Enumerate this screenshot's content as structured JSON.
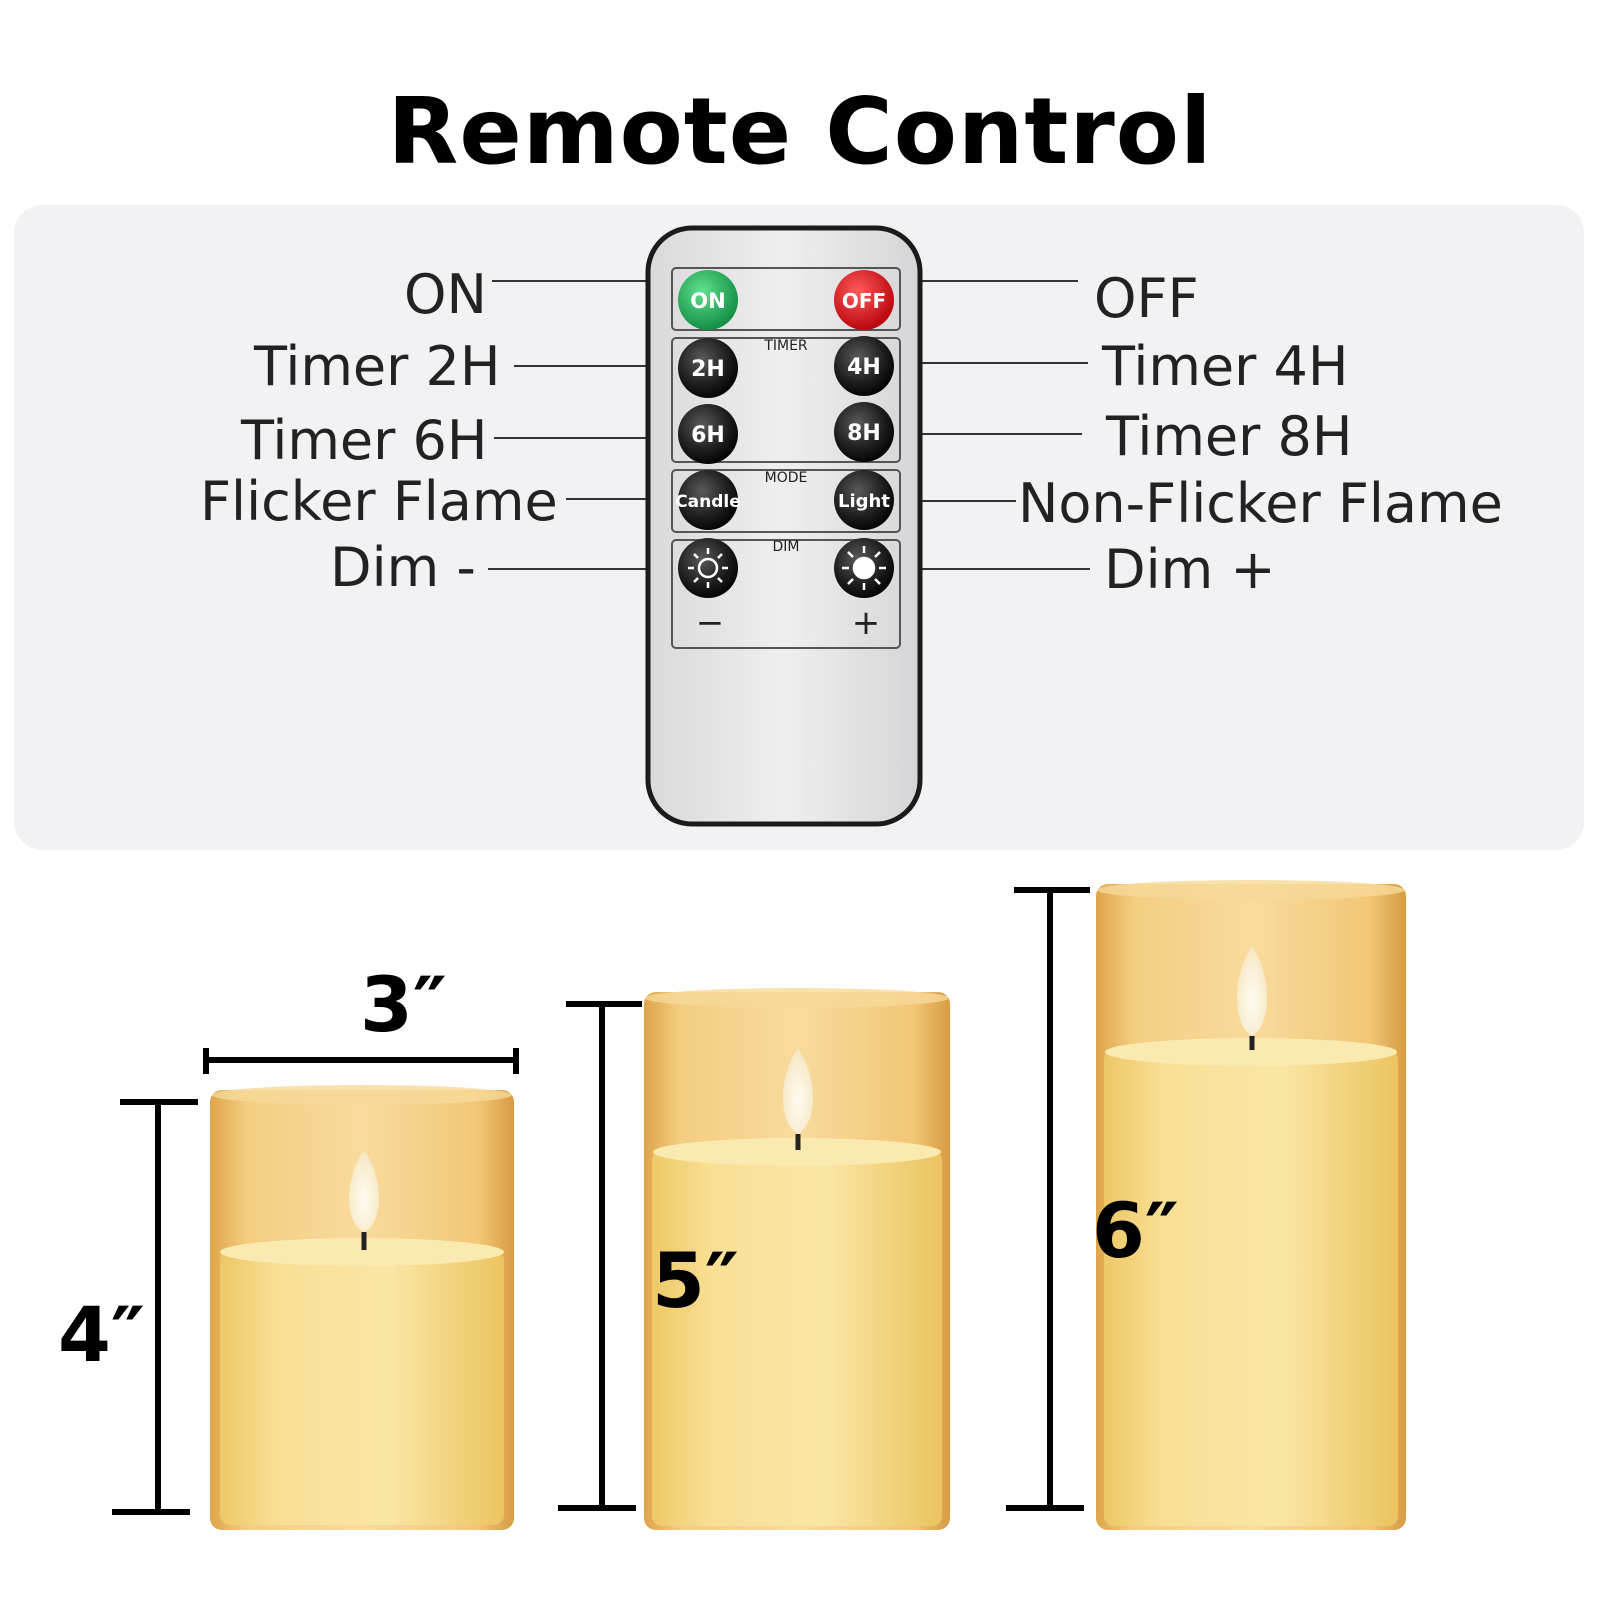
{
  "title": "Remote Control",
  "remote": {
    "buttons": {
      "on": "ON",
      "off": "OFF",
      "timer_2h": "2H",
      "timer_4h": "4H",
      "timer_6h": "6H",
      "timer_8h": "8H",
      "candle": "Candle",
      "light": "Light"
    },
    "section_labels": {
      "timer": "TIMER",
      "mode": "MODE",
      "dim": "DIM"
    },
    "dim_minus_symbol": "−",
    "dim_plus_symbol": "+",
    "colors": {
      "on_button": "#1faa55",
      "off_button": "#e0141b",
      "black_button": "#1a1a1a",
      "remote_body": "#e9e9ea"
    }
  },
  "callouts": {
    "left": [
      "ON",
      "Timer 2H",
      "Timer 6H",
      "Flicker Flame",
      "Dim -"
    ],
    "right": [
      "OFF",
      "Timer 4H",
      "Timer 8H",
      "Non-Flicker Flame",
      "Dim +"
    ]
  },
  "candles": {
    "small": {
      "width_label": "3″",
      "height_label": "4″"
    },
    "medium": {
      "height_label": "5″"
    },
    "large": {
      "height_label": "6″"
    },
    "colors": {
      "wax": "#f6dc8e",
      "glass": "#e8b252"
    }
  }
}
